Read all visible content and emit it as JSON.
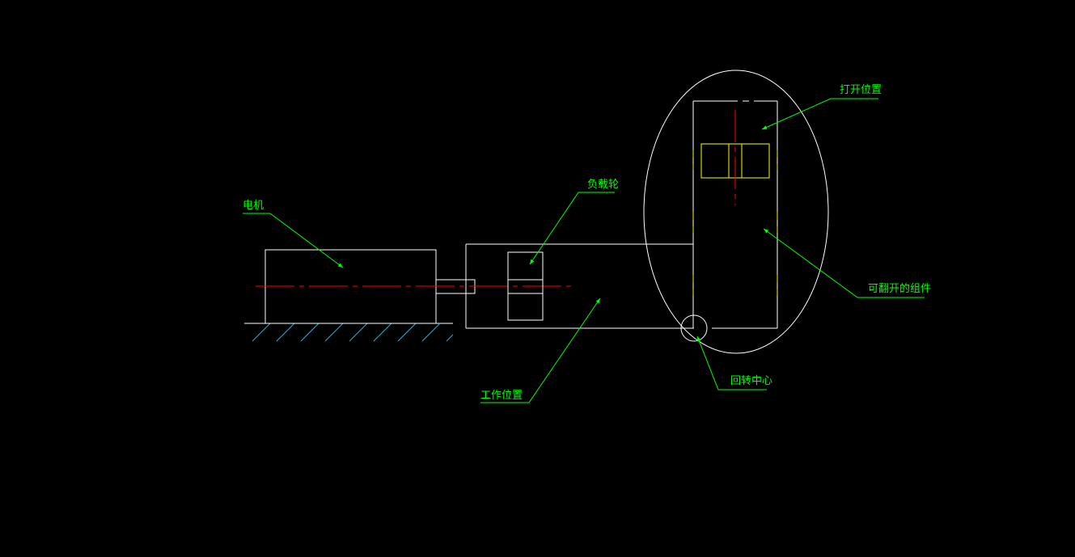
{
  "colors": {
    "background": "#000000",
    "outline": "#ffffff",
    "hidden_part": "#ffff00",
    "centerline": "#ff0000",
    "leader_and_label": "#00ff00",
    "ground_hatch": "#00bfff"
  },
  "labels": {
    "motor": "电机",
    "load_wheel": "负载轮",
    "open_position": "打开位置",
    "flippable_assembly": "可翻开的组件",
    "rotation_center": "回转中心",
    "working_position": "工作位置"
  }
}
